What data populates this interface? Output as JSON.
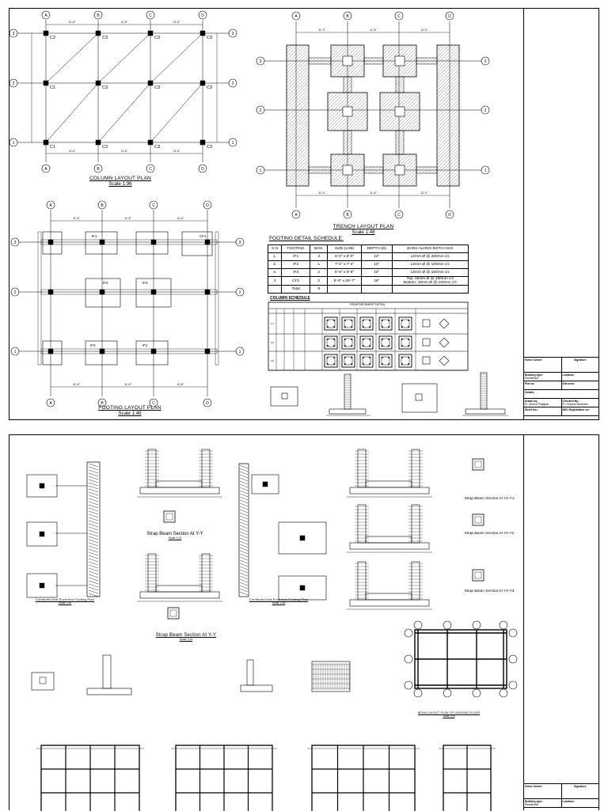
{
  "sheet1": {
    "column_plan": {
      "title": "COLUMN LAYOUT PLAN",
      "scale": "Scale 1:96",
      "grid_cols": [
        "A",
        "B",
        "C",
        "D"
      ],
      "grid_rows": [
        "3",
        "2",
        "1"
      ],
      "spans": [
        "11'-6\"",
        "11'-6\"",
        "11'-6\""
      ],
      "col_labels_row3": [
        "C2",
        "C3",
        "C3",
        "C3"
      ],
      "col_labels_row2": [
        "C1",
        "C3",
        "C3",
        "C3"
      ],
      "col_labels_row1": [
        "C1",
        "C3",
        "C3",
        "C3"
      ]
    },
    "trench_plan": {
      "title": "TRENCH LAYOUT PLAN",
      "scale": "Scale 1:48",
      "grid_cols": [
        "A",
        "B",
        "C",
        "D"
      ],
      "grid_rows": [
        "3",
        "2",
        "1"
      ],
      "spans": [
        "11'-0\"",
        "11'-6\"",
        "11'-0\""
      ]
    },
    "footing_plan": {
      "title": "FOOTING LAYOUT PLAN",
      "scale": "Scale 1:48",
      "grid_cols": [
        "A",
        "B",
        "C",
        "D"
      ],
      "grid_rows": [
        "3",
        "2",
        "1"
      ],
      "spans": [
        "11'-6\"",
        "11'-6\"",
        "11'-6\""
      ],
      "footing_tags": [
        "IF1",
        "IF2",
        "IF3",
        "IF3",
        "IF1",
        "CF1"
      ]
    },
    "footing_schedule": {
      "title": "FOOTING DETAIL SCHEDULE:",
      "headers": [
        "S.N",
        "FOOTING",
        "NOS.",
        "SIZE (LXB)",
        "DEPTH (D)",
        "BARS ALONG BOTH-AXIS"
      ],
      "rows": [
        [
          "1.",
          "IF1",
          "3",
          "6'-0\" x 6'-0\"",
          "14\"",
          "12mm Ø @ 200mm c/c"
        ],
        [
          "2.",
          "IF2",
          "1",
          "7'-4\" x 7'-4\"",
          "14\"",
          "12mm Ø @ 100mm c/c"
        ],
        [
          "3.",
          "IF3",
          "2",
          "6'-8\" x 6'-8\"",
          "14\"",
          "12mm Ø @ 150mm c/c"
        ],
        [
          "4",
          "CF1",
          "2",
          "5'-0\" x 29'-7\"",
          "16\"",
          "Top: 16mm Ø @ 150mm c/c\nBottom: 16mm Ø @ 100mm c/c"
        ],
        [
          "",
          "Total",
          "8",
          "",
          "",
          ""
        ]
      ]
    },
    "column_schedule": {
      "title": "COLUMN SCHEDULE",
      "header": "REINFORCEMENT DETAIL"
    }
  },
  "sheet2": {
    "captions": {
      "combined_1": "Combined And Eccentric Footing Plan",
      "combined_1_scale": "Scale 1:48",
      "combined_2": "Combined And Eccentric Footing Plan",
      "combined_2_scale": "Scale 1:48",
      "strap_yy_1": "Strap Beam Section At Y-Y",
      "strap_yy_1_scale": "Scale 1:24",
      "strap_yy_2": "Strap Beam Section At Y-Y",
      "strap_yy_2_scale": "Scale 1:24",
      "strap_y1": "Strap Beam Section At Y1-Y1",
      "strap_y2": "Strap Beam Section At Y2-Y2",
      "strap_y3": "Strap Beam Section At Y3-Y3",
      "beam_layout": "BEAM LAYOUT PLAN OF GROUND FLOOR",
      "beam_layout_scale": "Scale 1:96"
    }
  },
  "titleblock": {
    "signature_label": "Signature",
    "home_owner": "Home Owner:",
    "building_type_label": "Building type:",
    "building_type": "Residential",
    "location_label": "Location:",
    "plot_no_label": "Plot no:",
    "site_area_label": "Site area:",
    "details_label": "Details:",
    "drawn_by_label": "Drawn by:",
    "checked_by_label": "Checked By:",
    "drawn_by": "Er. Dinesh Prajapati",
    "checked_by": "Er. Praveen Bhandari",
    "nec_label": "NEC Registration no:",
    "sheet_no_label": "Sheet No.:"
  }
}
